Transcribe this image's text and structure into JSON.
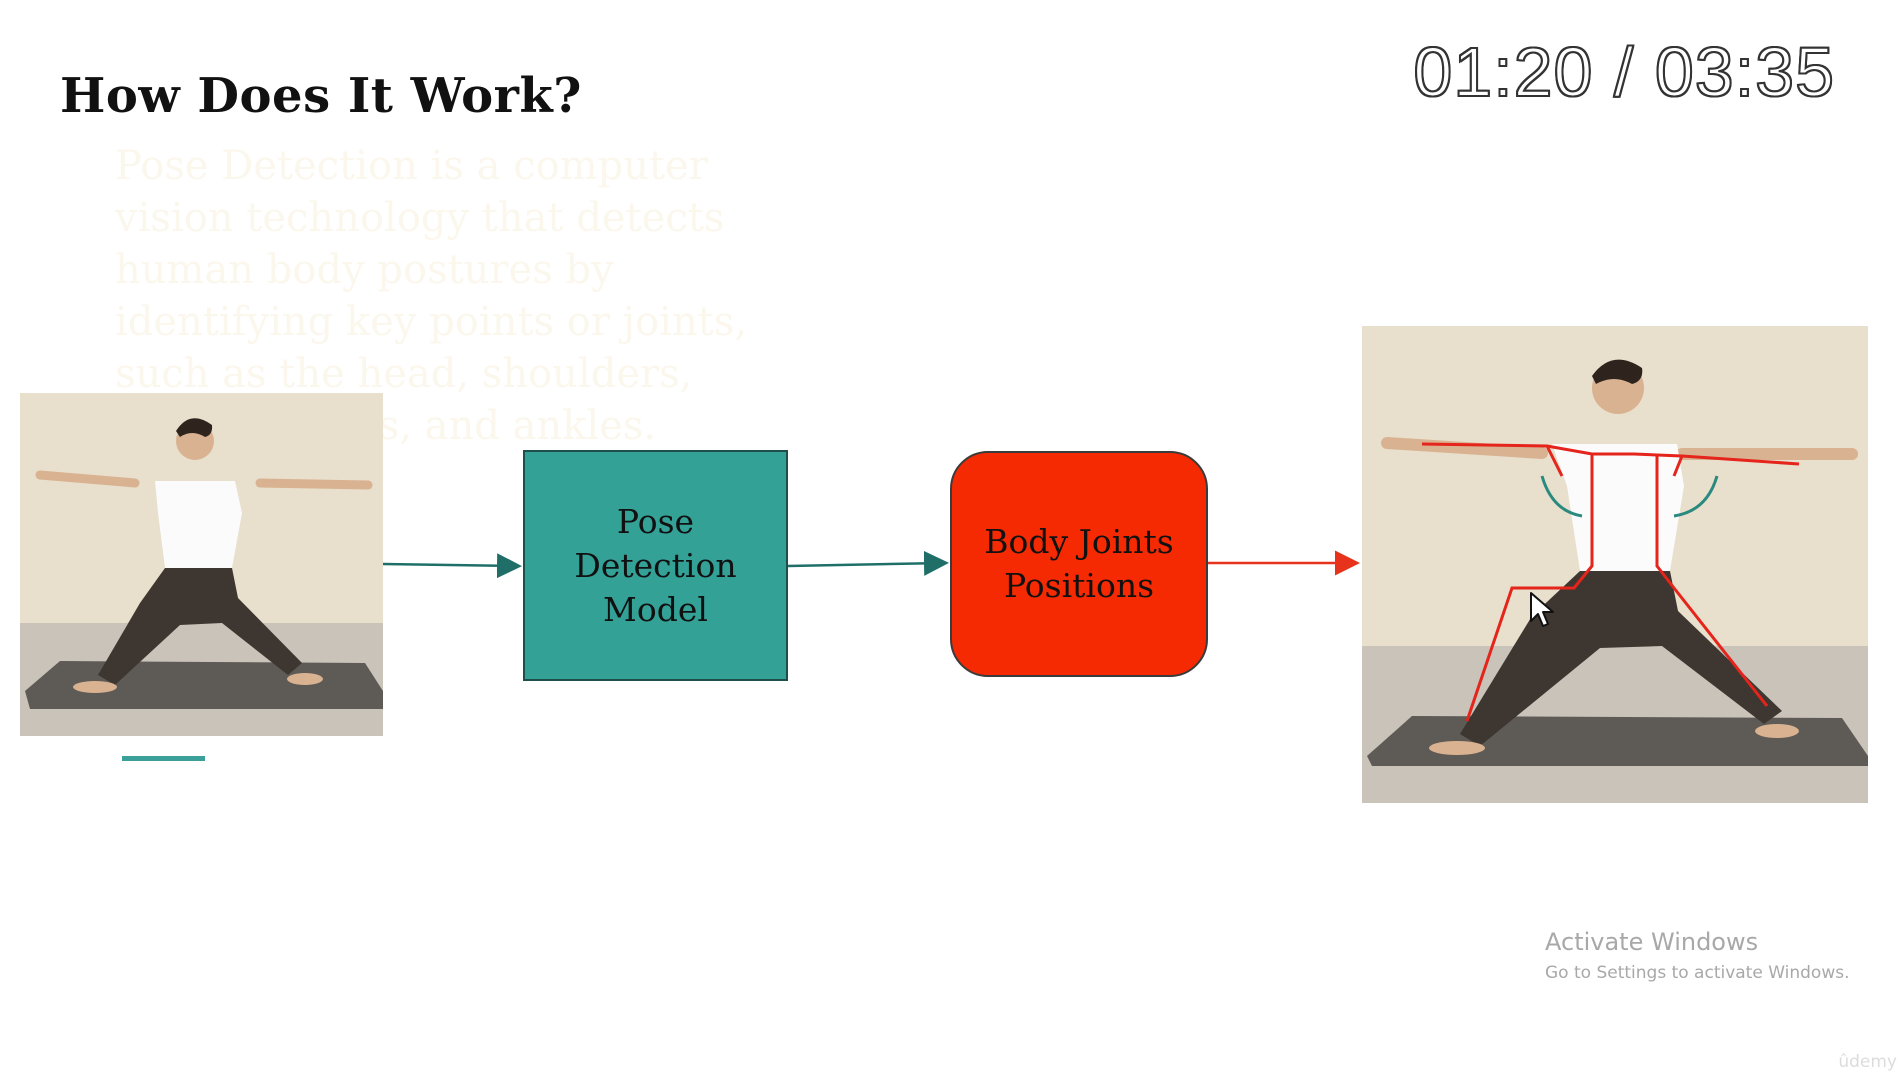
{
  "slide": {
    "title": "How Does It Work?",
    "faded_paragraph": "Pose Detection is a computer vision technology that detects human body postures by identifying key points or joints, such as the head, shoulders, elbows, knees, and ankles."
  },
  "video": {
    "timer": "01:20 / 03:35"
  },
  "diagram": {
    "model_label": "Pose\nDetection\nModel",
    "joints_label": "Body Joints\nPositions",
    "colors": {
      "model_fill": "#34a197",
      "joints_fill": "#f62a02",
      "arrow_teal": "#1f6f68",
      "arrow_red": "#e8331c",
      "skeleton": "#e5241b",
      "accent": "#3aa099"
    }
  },
  "watermark": {
    "activate_title": "Activate Windows",
    "activate_subtitle": "Go to Settings to activate Windows.",
    "brand": "ûdemy"
  },
  "icons": {
    "cursor": "mouse-pointer-icon"
  }
}
